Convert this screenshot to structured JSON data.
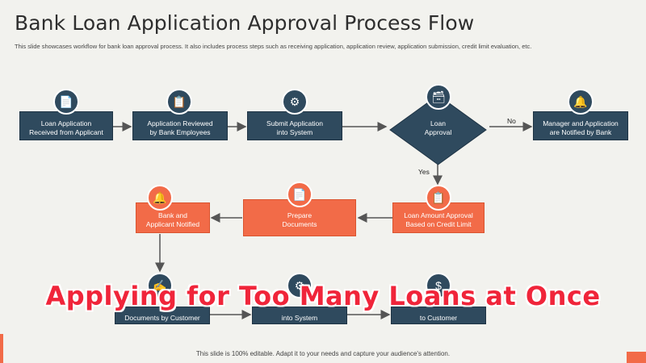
{
  "title": "Bank Loan Application Approval Process Flow",
  "subtitle": "This slide showcases workflow for bank loan approval process. It also includes process steps such as receiving application, application review, application submission, credit limit evaluation, etc.",
  "footer": "This slide is 100% editable. Adapt it to your needs and capture your audience's attention.",
  "overlay": "Applying for Too Many Loans at Once",
  "colors": {
    "navy": "#2f4a5e",
    "orange": "#f26b48",
    "overlay_red": "#f0253a"
  },
  "nodes": {
    "loan_application": {
      "label": "Loan Application\nReceived from Applicant",
      "icon": "application-icon"
    },
    "application_reviewed": {
      "label": "Application Reviewed\nby Bank Employees",
      "icon": "clipboard-icon"
    },
    "submit_application": {
      "label": "Submit Application\ninto System",
      "icon": "monitor-gear-icon"
    },
    "loan_approval": {
      "label": "Loan\nApproval",
      "icon": "document-stack-icon"
    },
    "manager_notified": {
      "label": "Manager and Application\nare Notified by Bank",
      "icon": "bell-icon"
    },
    "loan_amount_approval": {
      "label": "Loan Amount Approval\nBased on Credit Limit",
      "icon": "document-check-icon"
    },
    "prepare_documents": {
      "label": "Prepare\nDocuments",
      "icon": "document-icon"
    },
    "bank_applicant_notified": {
      "label": "Bank and\nApplicant Notified",
      "icon": "bell-icon"
    },
    "documents_by_customer": {
      "label": "Documents by Customer",
      "icon": "document-sign-icon"
    },
    "into_system": {
      "label": "into System",
      "icon": "monitor-gear-icon"
    },
    "to_customer": {
      "label": "to Customer",
      "icon": "money-icon"
    }
  },
  "edges": {
    "no": "No",
    "yes": "Yes"
  }
}
